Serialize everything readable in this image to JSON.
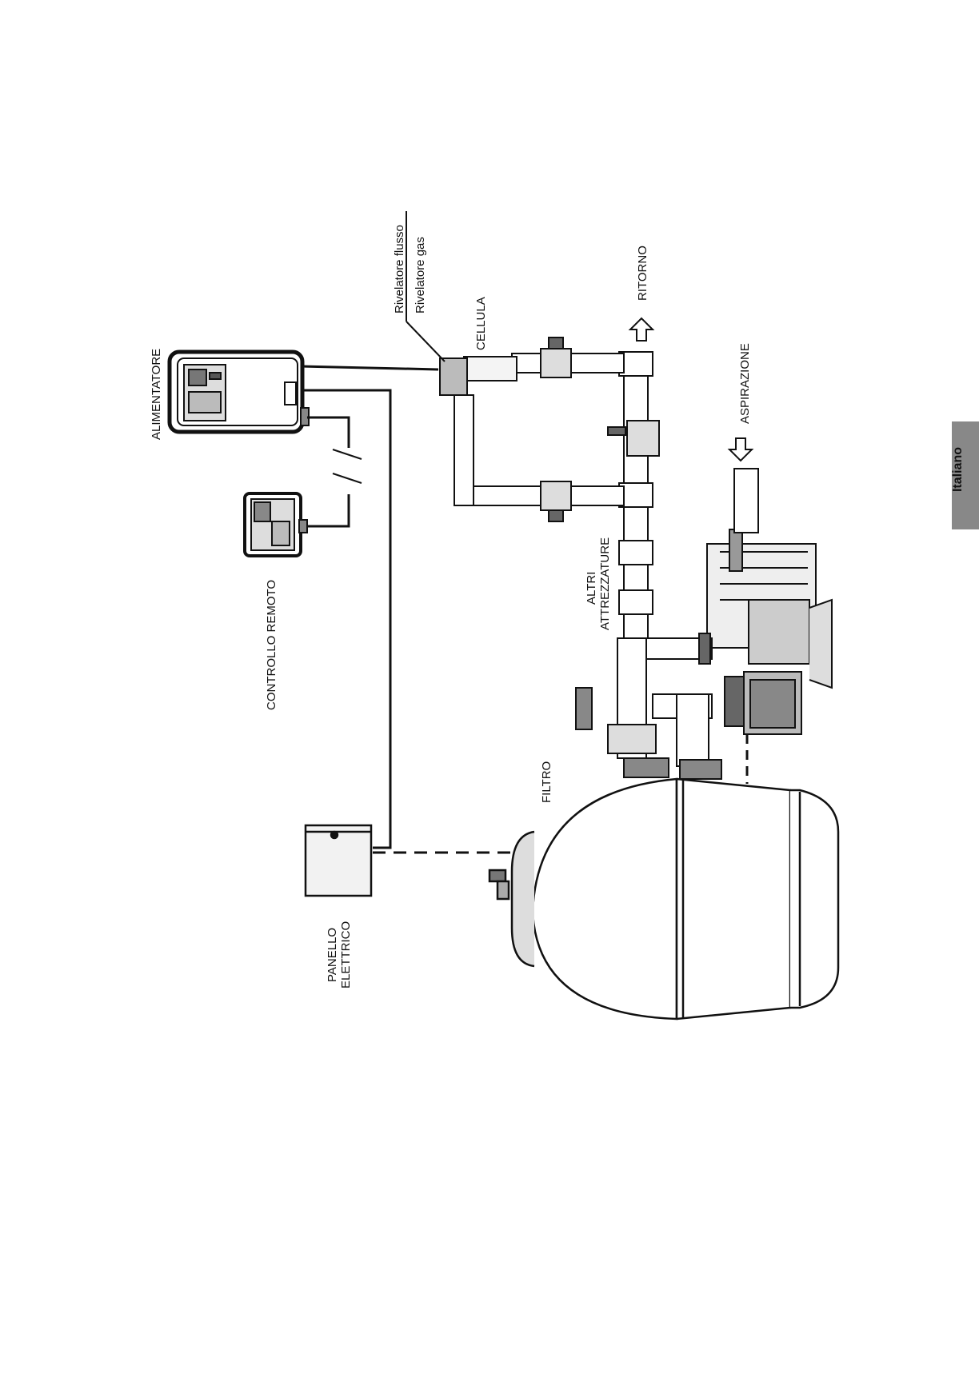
{
  "labels": {
    "alimentatore": "ALIMENTATORE",
    "controllo_remoto": "CONTROLLO REMOTO",
    "pannello_line1": "PANELLO",
    "pannello_line2": "ELETTRICO",
    "filtro": "FILTRO",
    "altri_line1": "ALTRI",
    "altri_line2": "ATTREZZATURE",
    "cellula": "CELLULA",
    "rivelatore_flusso": "Rivelatore flusso",
    "rivelatore_gas": "Rivelatore gas",
    "ritorno": "RITORNO",
    "aspirazione": "ASPIRAZIONE"
  },
  "language_tab": "Italiano"
}
